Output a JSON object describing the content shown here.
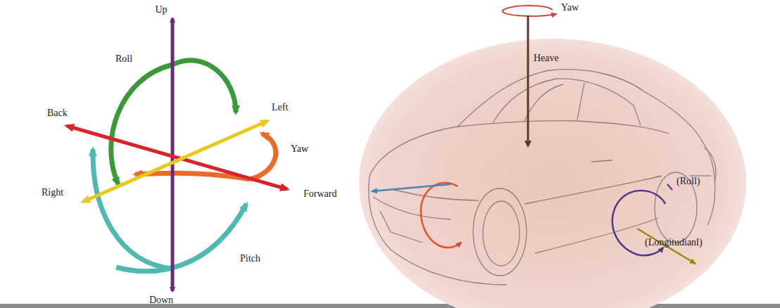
{
  "diagram": {
    "labels": [
      "Up",
      "Roll",
      "Back",
      "Left",
      "Yaw",
      "Right",
      "Forward",
      "Pitch",
      "Down",
      "Yaw",
      "Heave",
      "(Roll)",
      "(Longitudianl)"
    ]
  }
}
